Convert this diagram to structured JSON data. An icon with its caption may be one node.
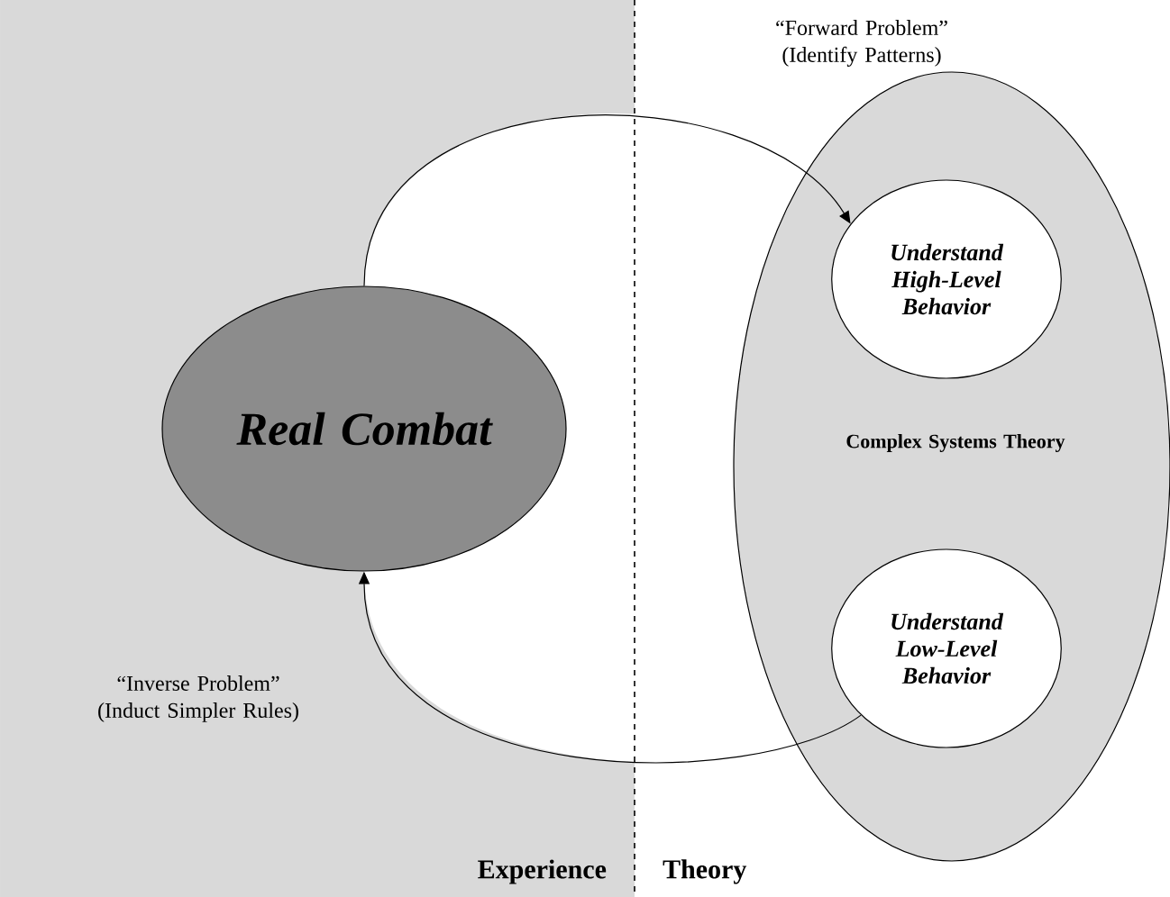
{
  "diagram": {
    "nodes": [
      {
        "text": [
          "Real Combat"
        ]
      },
      {
        "text": [
          "Complex Systems Theory"
        ]
      },
      {
        "text": [
          "Understand High-Level Behavior"
        ],
        "in": 1
      },
      {
        "text": [
          "Understand Low-Level Behavior"
        ],
        "in": 1
      }
    ],
    "edges": [
      {
        "from": 0,
        "to": 2,
        "arrow": "to",
        "label": "“Forward Problem” (Identify Patterns)"
      },
      {
        "from": 3,
        "to": 0,
        "arrow": "to",
        "label": "“Inverse Problem” (Induct Simpler Rules)"
      }
    ],
    "labels": [
      "Experience",
      "Theory"
    ]
  }
}
